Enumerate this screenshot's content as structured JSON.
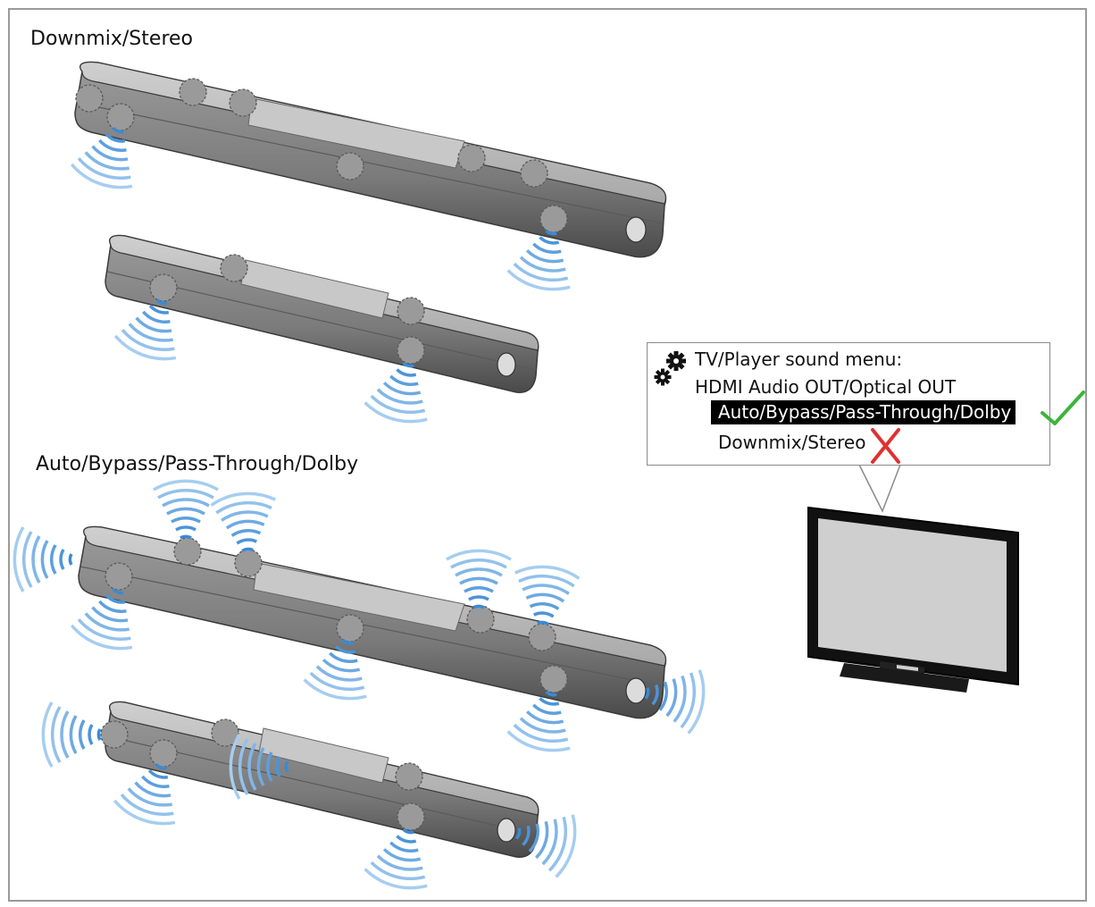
{
  "labels": {
    "downmix_stereo": "Downmix/Stereo",
    "auto_bypass": "Auto/Bypass/Pass-Through/Dolby"
  },
  "menu": {
    "heading": "TV/Player sound menu:",
    "subheading": "HDMI Audio OUT/Optical OUT",
    "options": [
      "Auto/Bypass/Pass-Through/Dolby",
      "Downmix/Stereo"
    ],
    "selected_option_status": "check-icon",
    "unselected_option_status": "cross-icon"
  },
  "colors": {
    "soundwave": "#7fb2df",
    "check": "#3cb43c",
    "cross": "#e03030",
    "soundbar_body": "#8c8c8c",
    "tv_frame": "#111111",
    "tv_screen": "#cfcfcf"
  }
}
